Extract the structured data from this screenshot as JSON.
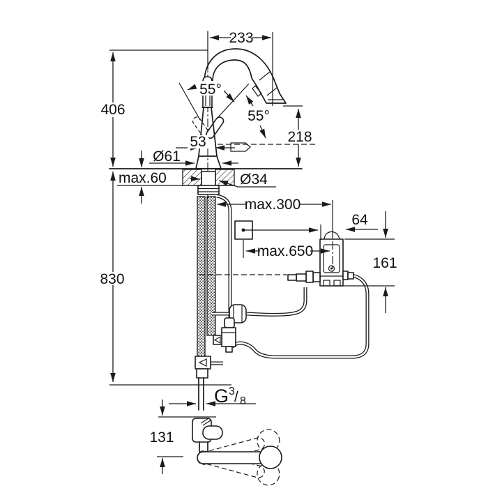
{
  "drawing": {
    "labels": {
      "spout_reach": "233",
      "spout_height": "406",
      "lever_swing_left": "55°",
      "lever_swing_right": "55°",
      "outlet_height": "218",
      "lever_width": "53",
      "base_diameter": "Ø61",
      "deck_thickness": "max.60",
      "hole_diameter": "Ø34",
      "hose_extension": "max.300",
      "unit_offset": "64",
      "cable_length": "max.650",
      "unit_height": "161",
      "overall_height": "830",
      "thread_g": "G",
      "thread_num": "3",
      "thread_slash": "/",
      "thread_den": "8",
      "spout_offset_top": "131"
    },
    "colors": {
      "line": "#1a1a1a",
      "background": "#ffffff"
    }
  }
}
